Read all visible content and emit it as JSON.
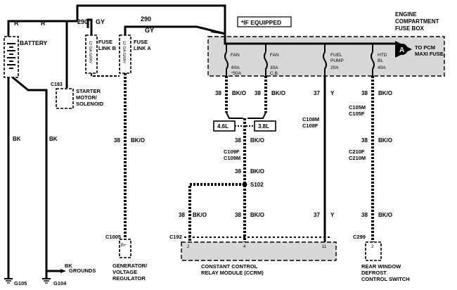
{
  "note": "*IF EQUIPPED",
  "fuse_box": {
    "title_1": "ENGINE",
    "title_2": "COMPARTMENT",
    "title_3": "FUSE BOX"
  },
  "connector_a": {
    "letter": "A",
    "text_1": "TO PCM",
    "text_2": "MAXI FUSE"
  },
  "fuses": [
    {
      "name_1": "FAN",
      "name_2": "",
      "rating_1": "60A",
      "rating_2": "*50A"
    },
    {
      "name_1": "FAN",
      "name_2": "",
      "rating_1": "30A",
      "rating_2": "C.B."
    },
    {
      "name_1": "FUEL",
      "name_2": "PUMP",
      "rating_1": "20A",
      "rating_2": ""
    },
    {
      "name_1": "HTD",
      "name_2": "BL",
      "rating_1": "40A",
      "rating_2": ""
    }
  ],
  "battery": "BATTERY",
  "fuse_link_b": {
    "line_1": "FUSE",
    "line_2": "LINK B",
    "gauge": "12 GA GRAY"
  },
  "fuse_link_a": {
    "line_1": "FUSE",
    "line_2": "LINK A",
    "gauge": "12 GA GRAY"
  },
  "wires": {
    "r_left": "R",
    "r_top": "R",
    "gy_left": "GY",
    "gy_right": "GY",
    "c290_left": "290",
    "c290_top": "290",
    "bk_battery": "BK",
    "bk_starter": "BK",
    "bk_grounds": "BK",
    "ckt_38": "38",
    "bko": "BK/O",
    "ckt_37": "37",
    "y": "Y"
  },
  "starter": {
    "conn": "C183",
    "line_1": "STARTER",
    "line_2": "MOTOR/",
    "line_3": "SOLENOID"
  },
  "connectors": {
    "c108m": "C108M",
    "c108f": "C108F",
    "c105m": "C105M",
    "c105f": "C105F",
    "c109f": "C109F",
    "c109m": "C109M",
    "c210f": "C210F",
    "c210m": "C210M",
    "s102": "S102",
    "c1005": "C1005",
    "c192": "C192",
    "c299": "C299"
  },
  "engine_options": {
    "opt_1": "4.6L",
    "opt_2": "3.8L"
  },
  "generator": {
    "pin": "B+",
    "line_1": "GENERATOR/",
    "line_2": "VOLTAGE",
    "line_3": "REGULATOR"
  },
  "ccrm": {
    "line_1": "CONSTANT CONTROL",
    "line_2": "RELAY MODULE (CCRM)",
    "pin_2": "2",
    "pin_4": "4",
    "pin_11": "11"
  },
  "rear_window": {
    "pin": "2",
    "line_1": "REAR WINDOW",
    "line_2": "DEFROST",
    "line_3": "CONTROL SWITCH"
  },
  "grounds": {
    "label": "GROUNDS",
    "g105": "G105",
    "g104": "G104"
  }
}
